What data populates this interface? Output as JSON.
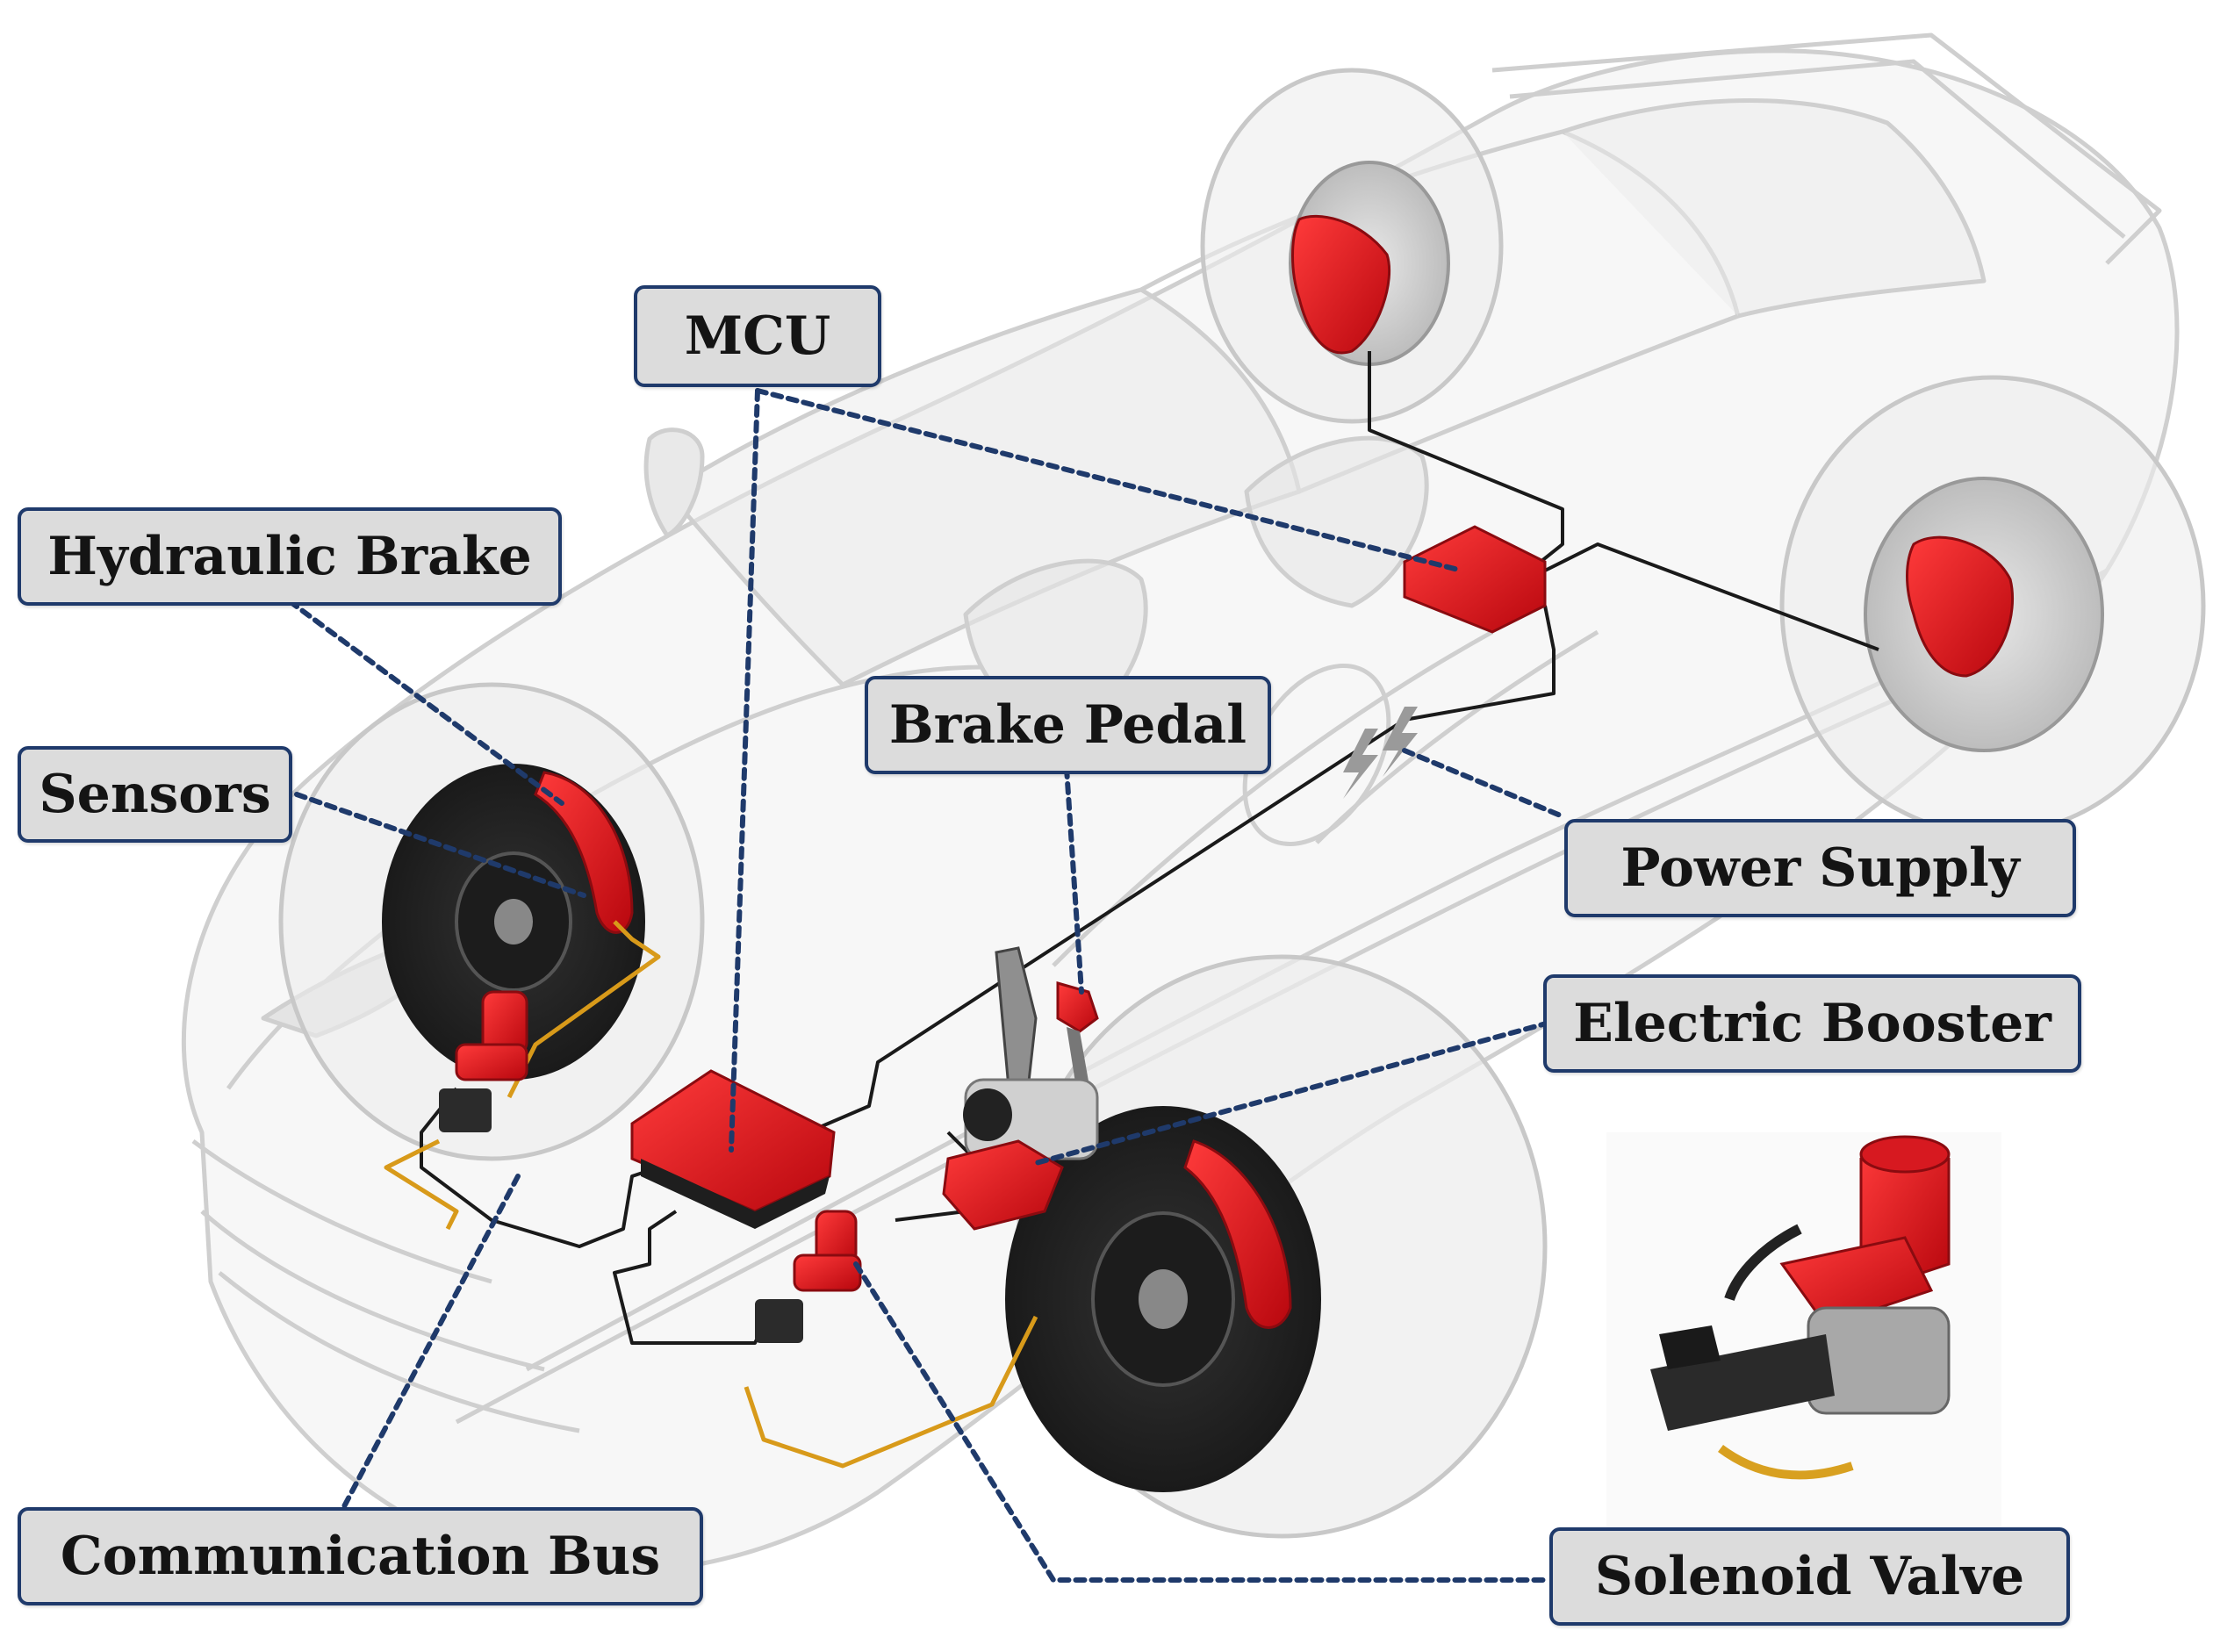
{
  "labels": {
    "mcu": "MCU",
    "hydraulic_brake": "Hydraulic Brake",
    "sensors": "Sensors",
    "brake_pedal": "Brake Pedal",
    "power_supply": "Power Supply",
    "electric_booster": "Electric Booster",
    "communication_bus": "Communication Bus",
    "solenoid_valve": "Solenoid Valve"
  },
  "colors": {
    "label_border": "#1f3a6b",
    "label_fill": "#dcdcdc",
    "leader_line": "#1f3a6b",
    "component_red": "#e0141c",
    "brake_line_black": "#1a1a1a",
    "brake_line_orange": "#d89a1a",
    "car_body": "#d9d9d9"
  }
}
